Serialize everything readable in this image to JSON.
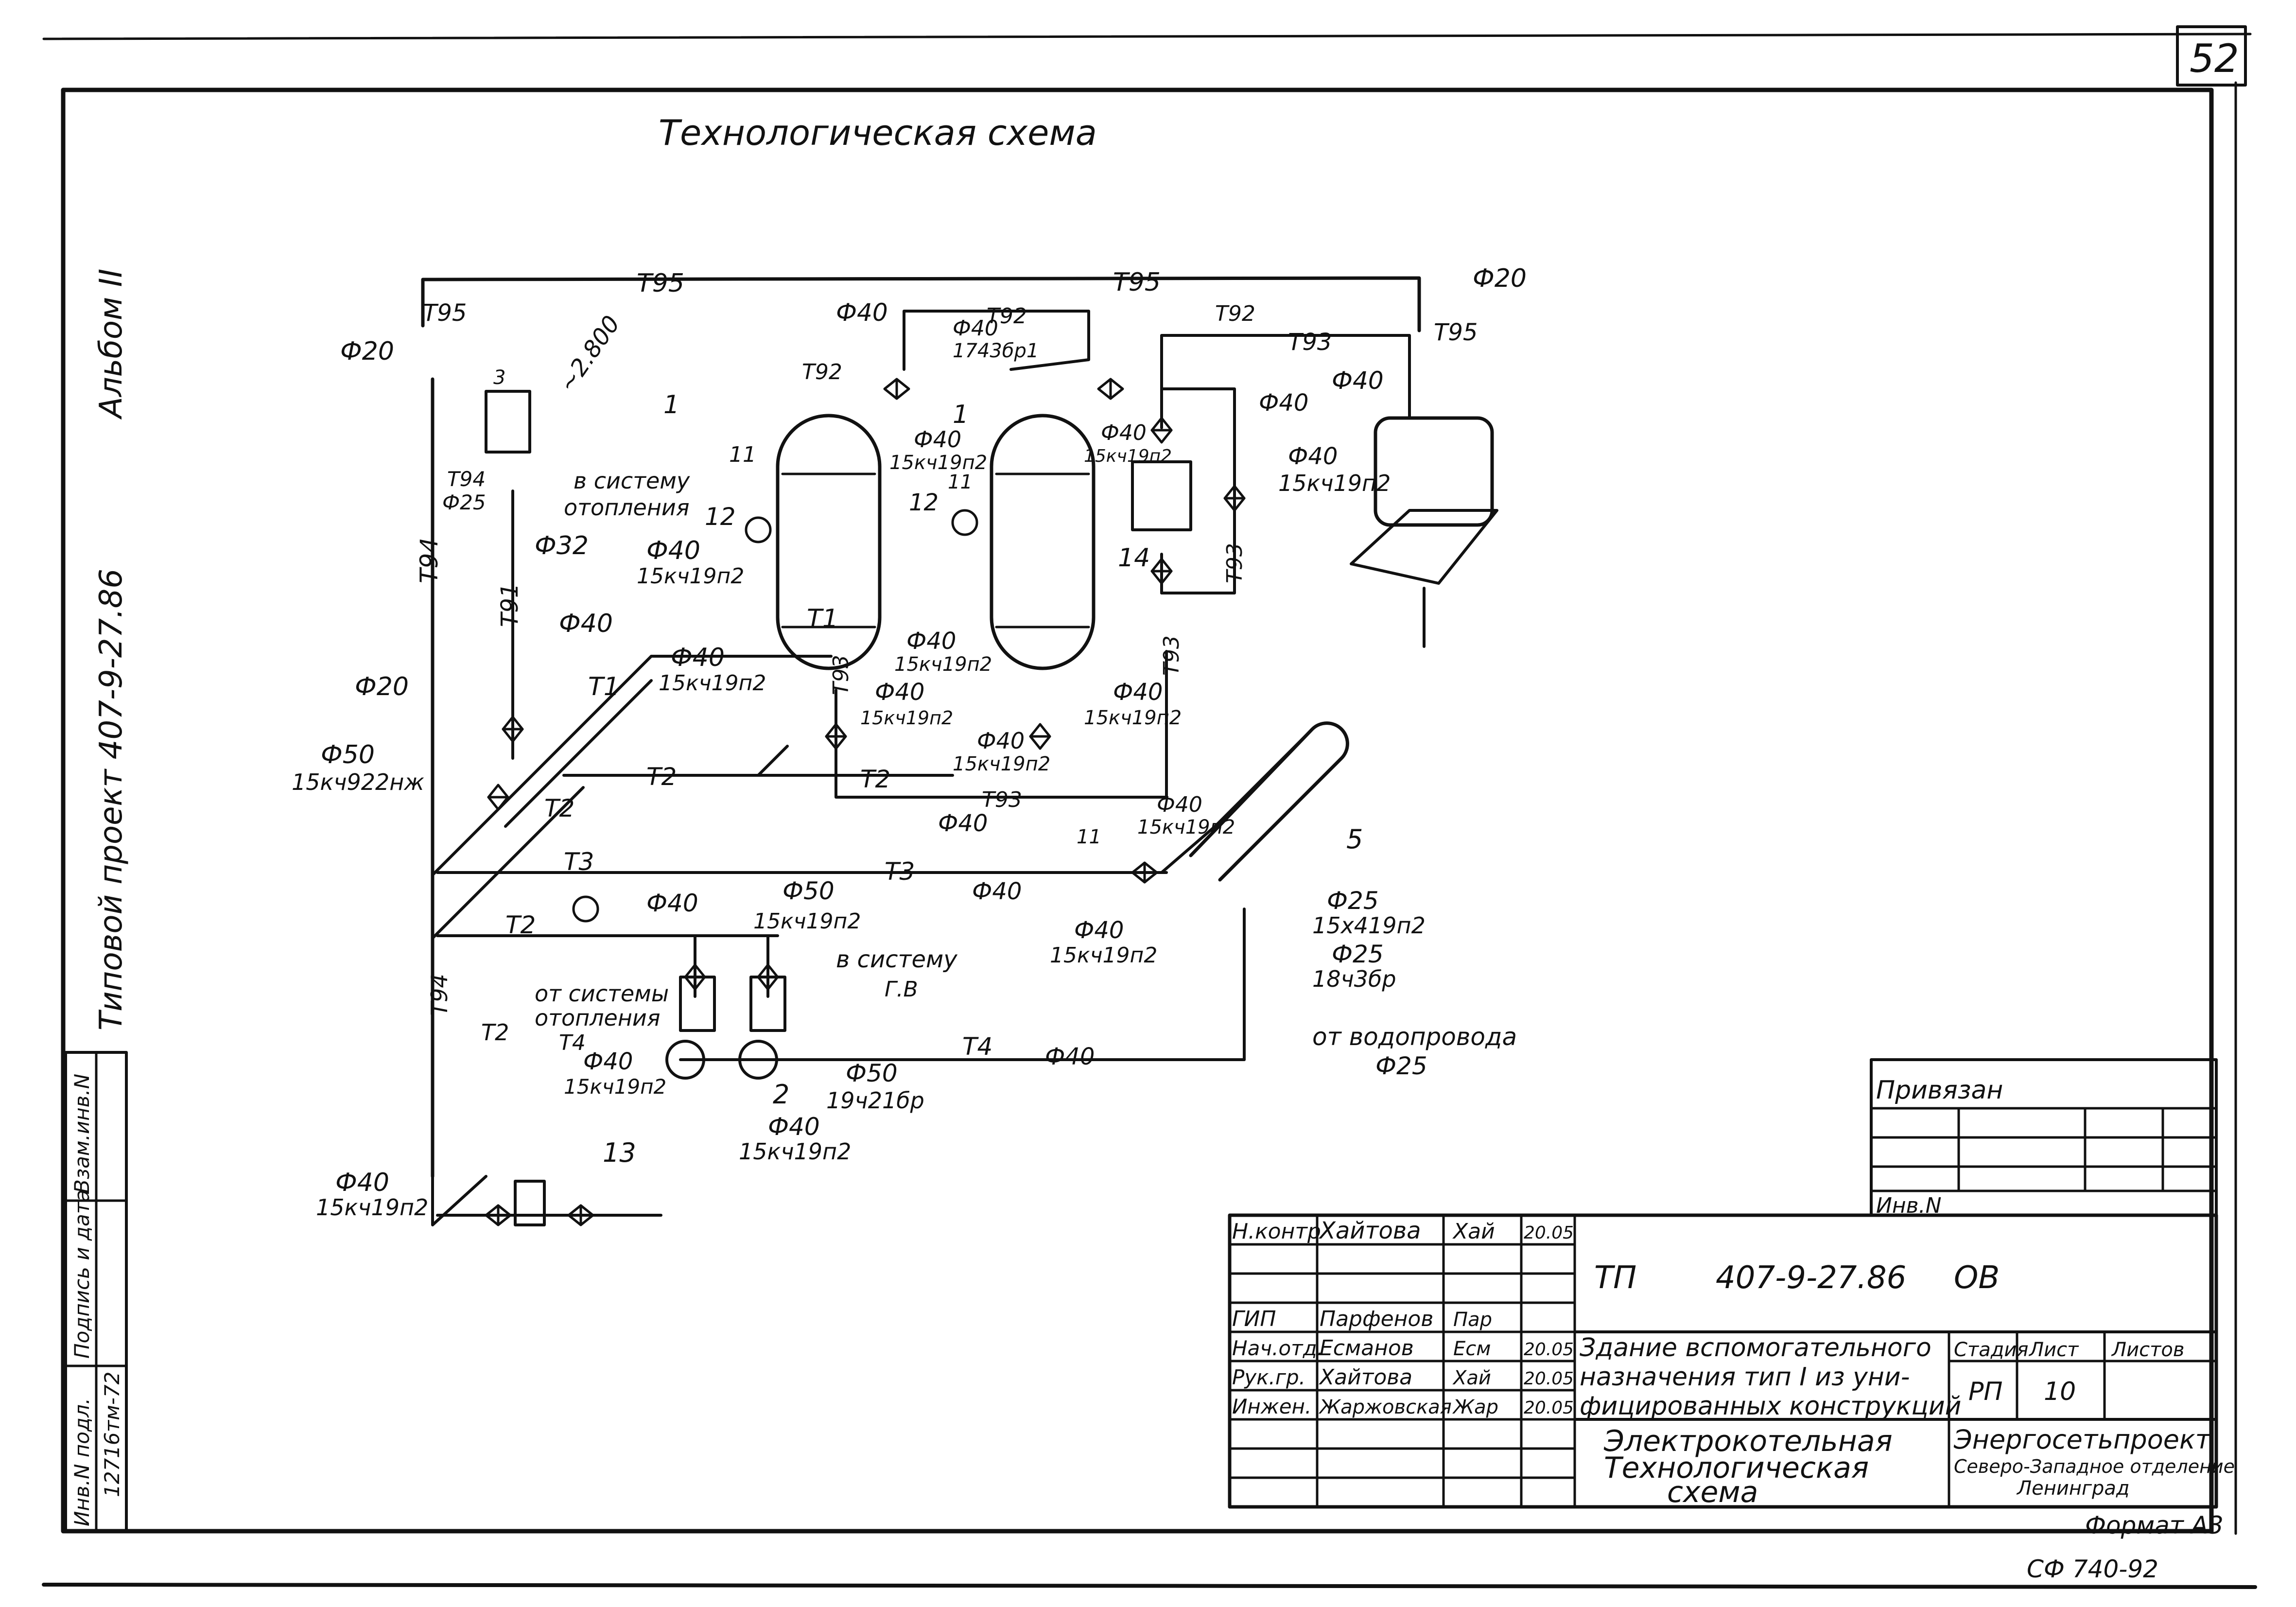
{
  "sheet_number": "52",
  "title": "Технологическая схема",
  "margin_labels": {
    "album": "Альбом II",
    "project": "Типовой проект 407-9-27.86"
  },
  "stamp_column": {
    "inv_podl": "Инв.N подл.",
    "podpis_data": "Подпись и дата",
    "vzam_inv": "Взам.инв.N",
    "inv_value": "12716тм-72"
  },
  "pipe_labels": {
    "t95": "T95",
    "t92": "T92",
    "t93": "T93",
    "t94": "T94",
    "t91": "T91",
    "t1": "T1",
    "t2": "T2",
    "t3": "T3",
    "t4": "T4",
    "f20": "Ф20",
    "f25": "Ф25",
    "f32": "Ф32",
    "f40": "Ф40",
    "f50": "Ф50",
    "valve_15kch19p2": "15кч19п2",
    "valve_15kch922nzh": "15кч922нж",
    "valve_19ch21br": "19ч21бр",
    "valve_1743br1": "1743бр1",
    "valve_15x419p2": "15х419п2",
    "valve_18ch3br": "18ч3бр",
    "level_mark": "~2.800",
    "to_heating": "в систему отопления",
    "from_heating": "от системы отопления",
    "to_hot_water": "в систему Г.В",
    "from_water_supply": "от водопровода Ф25"
  },
  "positions": {
    "p1": "1",
    "p2": "2",
    "p3": "3",
    "p5": "5",
    "p11": "11",
    "p12": "12",
    "p13": "13",
    "p14": "14"
  },
  "title_block": {
    "privyazan": "Привязан",
    "inv_n": "Инв.N",
    "doc_code": "ТП",
    "doc_number": "407-9-27.86",
    "doc_suffix": "ОВ",
    "roles": [
      {
        "role": "Н.контр",
        "name": "Хайтова",
        "sign": "Хай",
        "date": "20.05"
      },
      {
        "role": "",
        "name": "",
        "sign": "",
        "date": ""
      },
      {
        "role": "ГИП",
        "name": "Парфенов",
        "sign": "Пар",
        "date": ""
      },
      {
        "role": "Нач.отд.",
        "name": "Есманов",
        "sign": "Есм",
        "date": "20.05"
      },
      {
        "role": "Рук.гр.",
        "name": "Хайтова",
        "sign": "Хай",
        "date": "20.05"
      },
      {
        "role": "Инжен.",
        "name": "Жаржовская",
        "sign": "Жар",
        "date": "20.05"
      }
    ],
    "building_line1": "Здание вспомогательного",
    "building_line2": "назначения тип I из уни-",
    "building_line3": "фицированных конструкций",
    "stage_hdr": "Стадия",
    "sheet_hdr": "Лист",
    "sheets_hdr": "Листов",
    "stage": "РП",
    "sheet": "10",
    "sheets": "",
    "drawing_line1": "Электрокотельная",
    "drawing_line2": "Технологическая",
    "drawing_line3": "схема",
    "org_line1": "Энергосетьпроект",
    "org_line2": "Северо-Западное отделение",
    "org_line3": "Ленинград",
    "format": "Формат А3",
    "footer_code": "СФ 740-92"
  }
}
